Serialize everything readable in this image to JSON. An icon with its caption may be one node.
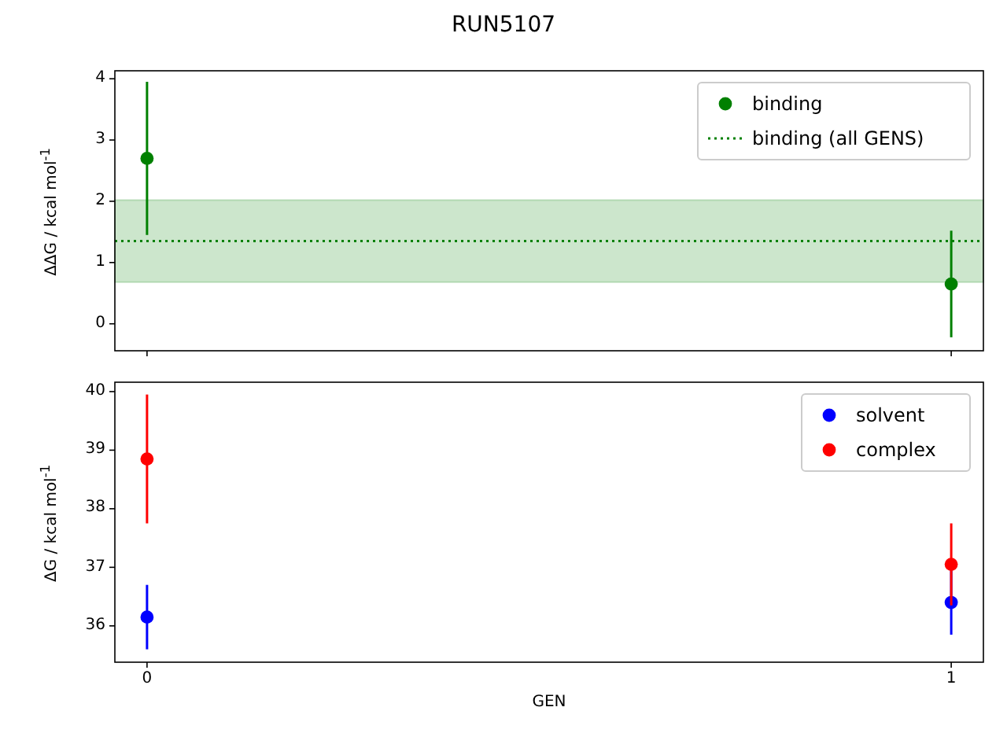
{
  "diagram": {
    "title": "RUN5107",
    "chart_data": [
      {
        "type": "scatter",
        "ylabel": "ΔΔG / kcal mol$^{-1}$",
        "ylim": [
          -0.44,
          4.13
        ],
        "yticks": [
          0,
          1,
          2,
          3,
          4
        ],
        "series": [
          {
            "name": "binding",
            "color": "#008000",
            "values": [
              2.7,
              0.65
            ],
            "errors": [
              1.25,
              0.87
            ]
          }
        ],
        "ref_lines": [
          {
            "axis": "y",
            "value": 1.35,
            "label": "binding (all GENS)",
            "color": "#008000"
          }
        ],
        "bands": [
          {
            "axis": "y",
            "from": 0.68,
            "to": 2.02,
            "color": "#008000"
          }
        ]
      },
      {
        "type": "scatter",
        "xlabel": "GEN",
        "ylabel": "ΔG / kcal mol$^{-1}$",
        "categories": [
          "0",
          "1"
        ],
        "ylim": [
          35.38,
          40.16
        ],
        "yticks": [
          36,
          37,
          38,
          39,
          40
        ],
        "series": [
          {
            "name": "solvent",
            "color": "#0000ff",
            "values": [
              36.15,
              36.4
            ],
            "errors": [
              0.55,
              0.55
            ]
          },
          {
            "name": "complex",
            "color": "#ff0000",
            "values": [
              38.85,
              37.05
            ],
            "errors": [
              1.1,
              0.7
            ]
          }
        ]
      }
    ]
  }
}
